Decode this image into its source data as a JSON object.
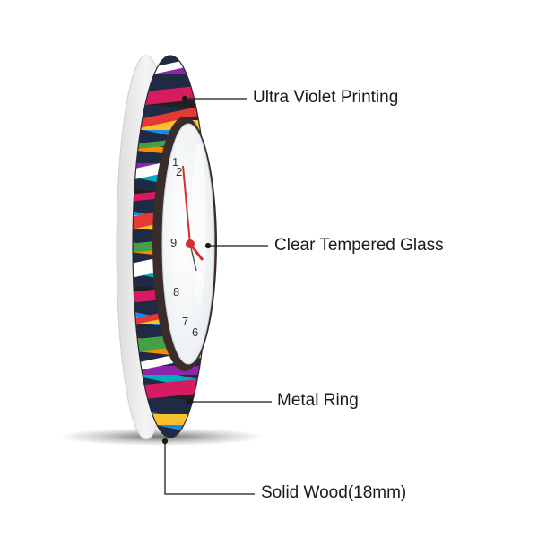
{
  "callouts": {
    "uv_printing": "Ultra Violet Printing",
    "tempered_glass": "Clear Tempered Glass",
    "metal_ring": "Metal Ring",
    "solid_wood": "Solid Wood(18mm)"
  },
  "colors": {
    "background": "#ffffff",
    "leader_line": "#1a1a1a",
    "wood_edge": "#e9e9e9",
    "metal_ring": "#3a2c2a",
    "clock_hand": "#d32f2f"
  }
}
